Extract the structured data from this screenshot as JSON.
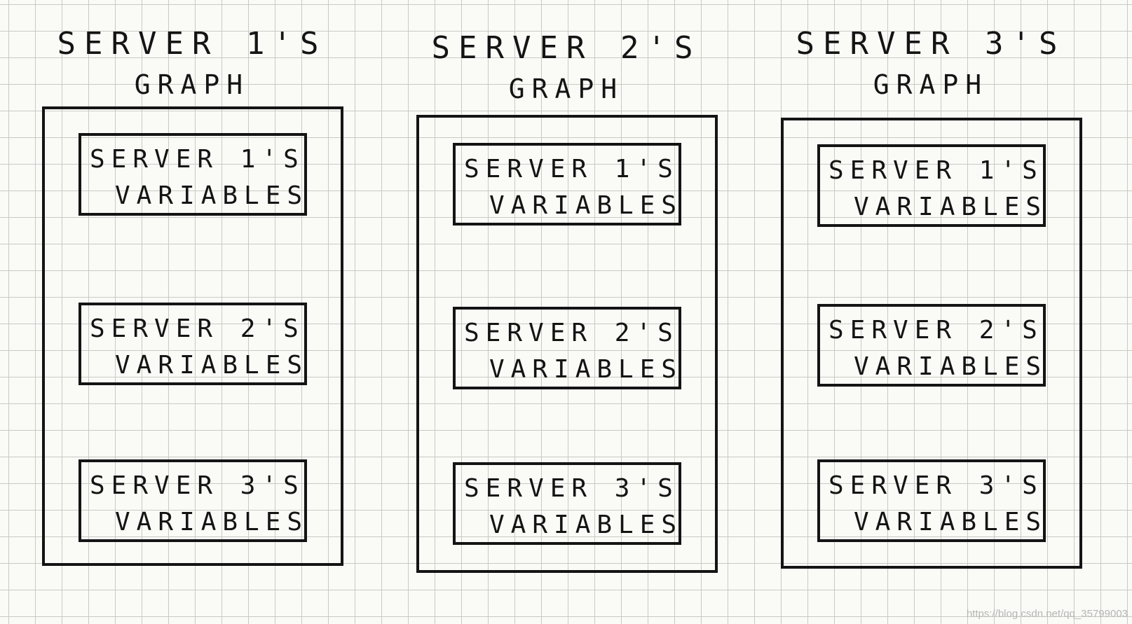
{
  "graphs": [
    {
      "title_line1": "SERVER 1's",
      "title_line2": "GRAPH",
      "boxes": [
        {
          "line1": "SERVER 1's",
          "line2": "VARIABLES"
        },
        {
          "line1": "SERVER 2's",
          "line2": "VARIABLES"
        },
        {
          "line1": "SERVER 3's",
          "line2": "VARIABLES"
        }
      ]
    },
    {
      "title_line1": "SERVER 2's",
      "title_line2": "GRAPH",
      "boxes": [
        {
          "line1": "SERVER 1's",
          "line2": "VARIABLES"
        },
        {
          "line1": "SERVER 2's",
          "line2": "VARIABLES"
        },
        {
          "line1": "SERVER 3's",
          "line2": "VARIABLES"
        }
      ]
    },
    {
      "title_line1": "SERVER 3's",
      "title_line2": "GRAPH",
      "boxes": [
        {
          "line1": "SERVER 1's",
          "line2": "VARIABLES"
        },
        {
          "line1": "SERVER 2's",
          "line2": "VARIABLES"
        },
        {
          "line1": "SERVER 3's",
          "line2": "VARIABLES"
        }
      ]
    }
  ],
  "watermark": "https://blog.csdn.net/qq_35799003"
}
